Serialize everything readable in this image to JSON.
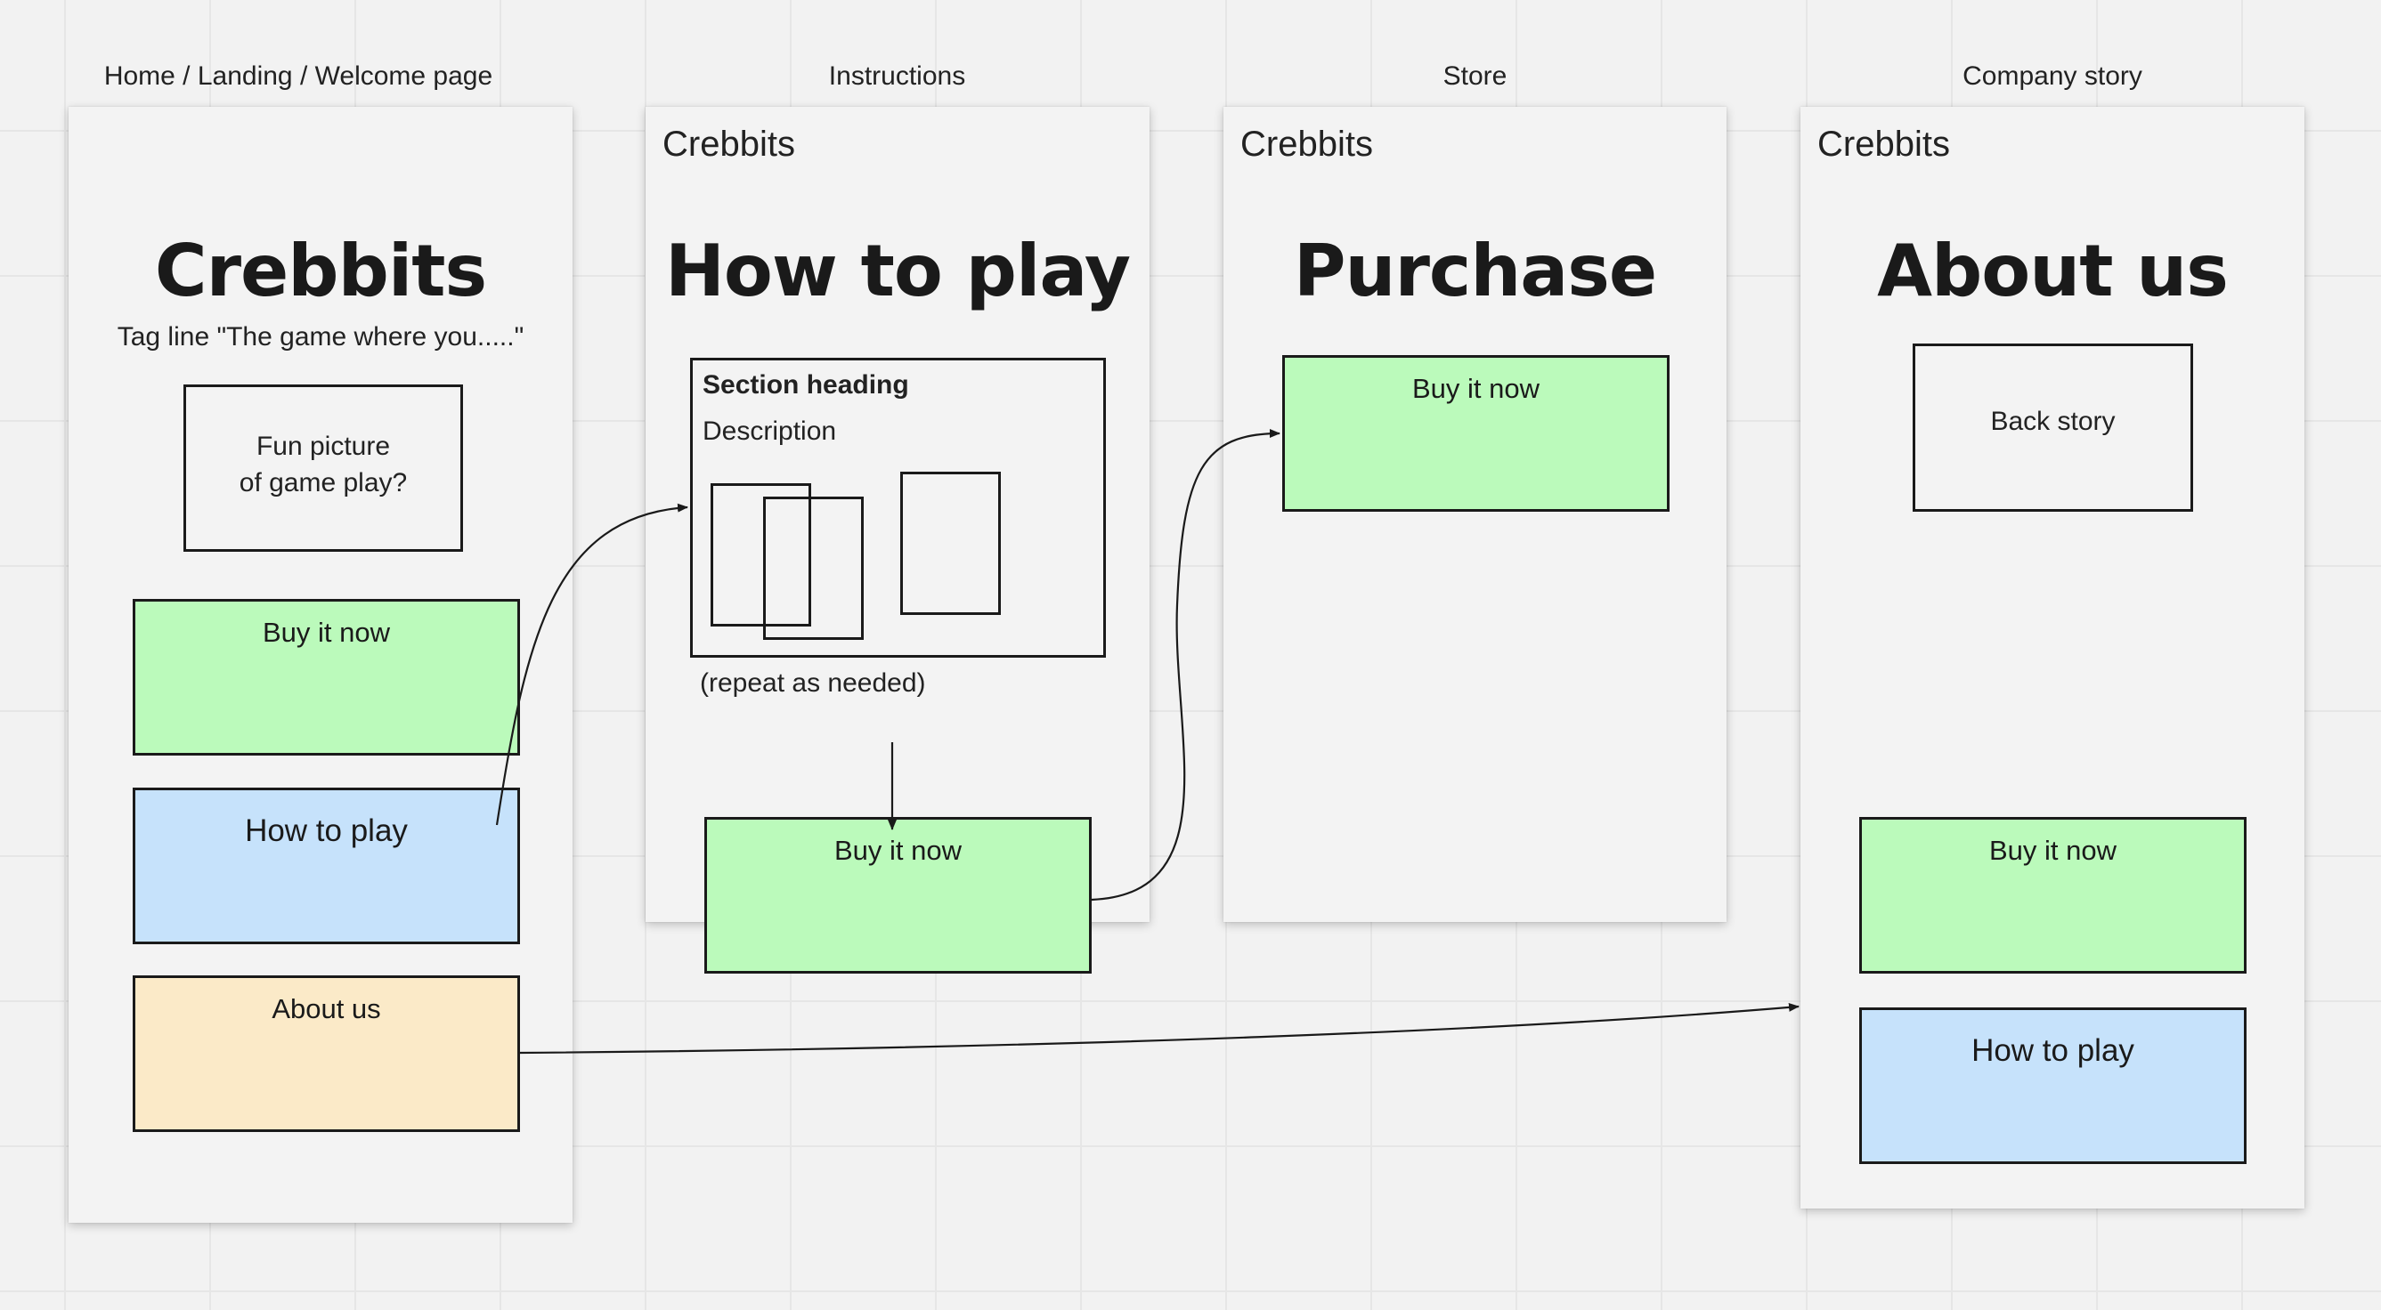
{
  "columns": [
    {
      "label": "Home / Landing / Welcome page",
      "title": "Crebbits",
      "tagline": "Tag line \"The game where you.....\"",
      "picture_line1": "Fun picture",
      "picture_line2": "of game play?",
      "buy_label": "Buy it now",
      "howto_label": "How to play",
      "about_label": "About us"
    },
    {
      "label": "Instructions",
      "brand": "Crebbits",
      "title": "How to play",
      "section_heading": "Section heading",
      "section_description": "Description",
      "repeat_note": "(repeat as needed)",
      "buy_label": "Buy it now"
    },
    {
      "label": "Store",
      "brand": "Crebbits",
      "title": "Purchase",
      "buy_label": "Buy it now"
    },
    {
      "label": "Company story",
      "brand": "Crebbits",
      "title": "About us",
      "backstory_label": "Back story",
      "buy_label": "Buy it now",
      "howto_label": "How to play"
    }
  ],
  "colors": {
    "buy_button": "#bbfabb",
    "howto_button": "#c6e2fb",
    "about_button": "#fbeac8",
    "frame": "#f3f3f3",
    "canvas": "#f2f2f2"
  }
}
